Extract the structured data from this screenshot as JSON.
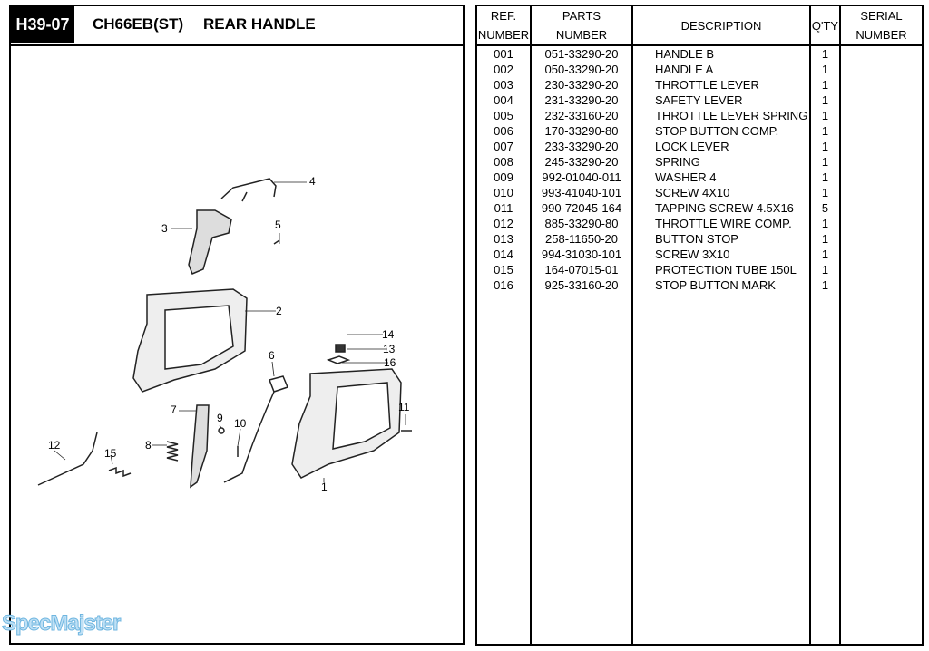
{
  "header": {
    "code": "H39-07",
    "model": "CH66EB(ST)",
    "title": "REAR HANDLE"
  },
  "callouts": [
    "1",
    "2",
    "3",
    "4",
    "5",
    "6",
    "7",
    "8",
    "9",
    "10",
    "11",
    "12",
    "13",
    "14",
    "15",
    "16"
  ],
  "table": {
    "headers": {
      "ref": [
        "REF.",
        "NUMBER"
      ],
      "parts": [
        "PARTS",
        "NUMBER"
      ],
      "desc": "DESCRIPTION",
      "qty": "Q'TY",
      "serial": [
        "SERIAL",
        "NUMBER"
      ]
    },
    "rows": [
      {
        "ref": "001",
        "part": "051-33290-20",
        "desc": "HANDLE B",
        "qty": "1"
      },
      {
        "ref": "002",
        "part": "050-33290-20",
        "desc": "HANDLE A",
        "qty": "1"
      },
      {
        "ref": "003",
        "part": "230-33290-20",
        "desc": "THROTTLE LEVER",
        "qty": "1"
      },
      {
        "ref": "004",
        "part": "231-33290-20",
        "desc": "SAFETY LEVER",
        "qty": "1"
      },
      {
        "ref": "005",
        "part": "232-33160-20",
        "desc": "THROTTLE LEVER SPRING",
        "qty": "1"
      },
      {
        "ref": "006",
        "part": "170-33290-80",
        "desc": "STOP BUTTON COMP.",
        "qty": "1"
      },
      {
        "ref": "007",
        "part": "233-33290-20",
        "desc": "LOCK LEVER",
        "qty": "1"
      },
      {
        "ref": "008",
        "part": "245-33290-20",
        "desc": "SPRING",
        "qty": "1"
      },
      {
        "ref": "009",
        "part": "992-01040-011",
        "desc": "WASHER 4",
        "qty": "1"
      },
      {
        "ref": "010",
        "part": "993-41040-101",
        "desc": "SCREW 4X10",
        "qty": "1"
      },
      {
        "ref": "011",
        "part": "990-72045-164",
        "desc": "TAPPING SCREW 4.5X16",
        "qty": "5"
      },
      {
        "ref": "012",
        "part": "885-33290-80",
        "desc": "THROTTLE WIRE COMP.",
        "qty": "1"
      },
      {
        "ref": "013",
        "part": "258-11650-20",
        "desc": "BUTTON STOP",
        "qty": "1"
      },
      {
        "ref": "014",
        "part": "994-31030-101",
        "desc": "SCREW 3X10",
        "qty": "1"
      },
      {
        "ref": "015",
        "part": "164-07015-01",
        "desc": "PROTECTION TUBE 150L",
        "qty": "1"
      },
      {
        "ref": "016",
        "part": "925-33160-20",
        "desc": "STOP BUTTON MARK",
        "qty": "1"
      }
    ]
  },
  "watermark": "SpecMajster"
}
